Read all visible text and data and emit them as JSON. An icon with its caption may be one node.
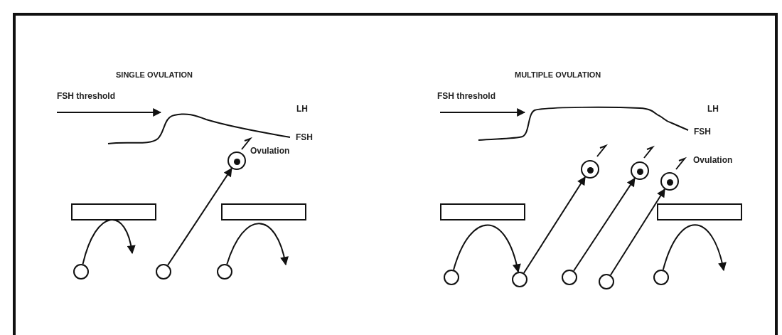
{
  "diagram": {
    "nodes": [
      {
        "text": [],
        "shape": "circle",
        "beside": [
          "Ovulation"
        ]
      },
      {
        "text": [],
        "shape": "bar"
      },
      {
        "text": [],
        "shape": "bar"
      },
      {
        "text": [],
        "shape": "circle"
      },
      {
        "text": [],
        "shape": "circle"
      },
      {
        "text": [],
        "shape": "circle"
      },
      {
        "text": [],
        "shape": "circle"
      },
      {
        "text": [],
        "shape": "circle"
      },
      {
        "text": [],
        "shape": "circle",
        "beside": [
          "Ovulation"
        ]
      },
      {
        "text": [],
        "shape": "bar"
      },
      {
        "text": [],
        "shape": "bar"
      },
      {
        "text": [],
        "shape": "circle"
      },
      {
        "text": [],
        "shape": "circle"
      },
      {
        "text": [],
        "shape": "circle"
      },
      {
        "text": [],
        "shape": "circle"
      },
      {
        "text": [],
        "shape": "circle"
      }
    ],
    "edges": [
      {
        "from": 3,
        "to": null,
        "arrow": "to"
      },
      {
        "from": 4,
        "to": 0,
        "arrow": "to"
      },
      {
        "from": 5,
        "to": null,
        "arrow": "to"
      },
      {
        "from": 11,
        "to": 12,
        "arrow": "to"
      },
      {
        "from": 12,
        "to": 6,
        "arrow": "to"
      },
      {
        "from": 13,
        "to": 7,
        "arrow": "to"
      },
      {
        "from": 14,
        "to": 8,
        "arrow": "to"
      },
      {
        "from": 15,
        "to": null,
        "arrow": "to"
      }
    ],
    "labels": [
      "SINGLE OVULATION",
      "MULTIPLE OVULATION",
      "FSH threshold",
      "LH",
      "FSH",
      "FSH threshold",
      "LH",
      "FSH"
    ]
  }
}
